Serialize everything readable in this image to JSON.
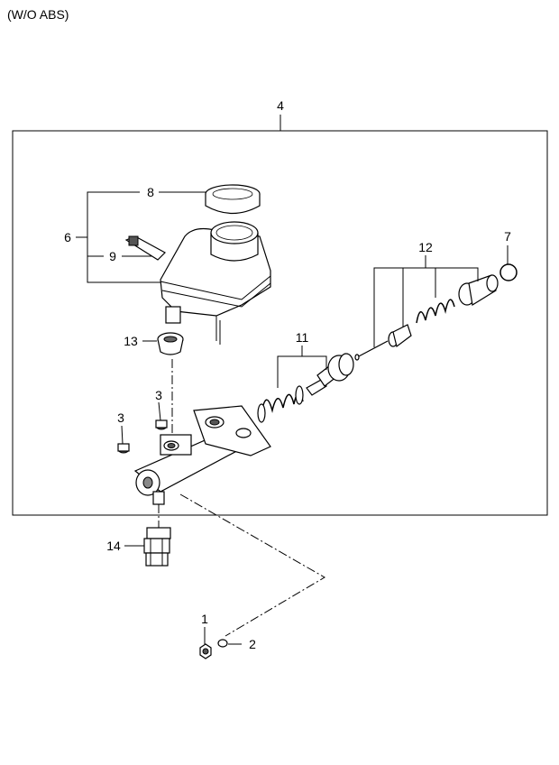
{
  "diagram": {
    "title": "(W/O ABS)",
    "callouts": {
      "p1": "1",
      "p2": "2",
      "p3a": "3",
      "p3b": "3",
      "p4": "4",
      "p6": "6",
      "p7": "7",
      "p8": "8",
      "p9": "9",
      "p11": "11",
      "p12": "12",
      "p13": "13",
      "p14": "14"
    }
  }
}
